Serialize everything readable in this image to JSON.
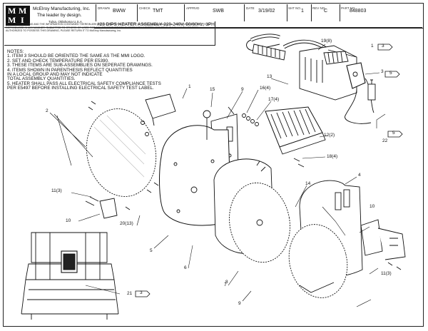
{
  "title_block": {
    "company": "McElroy Manufacturing, Inc.",
    "tagline": "The leader by design.",
    "city": "Tulsa, Oklahoma U.S.A.",
    "drawn_label": "DRAWN",
    "drawn_value": "BWW",
    "check_label": "CHECK",
    "check_value": "TMT",
    "apprvd_label": "APPRVD",
    "apprvd_value": "SWB",
    "date_label": "DATE",
    "date_value": "3/19/02",
    "sht_label": "SHT NO.",
    "sht_value": "1",
    "rev_label": "REV NO.",
    "rev_value": "C",
    "part_label": "PART NO.",
    "part_value": "848803",
    "drawing_title": "#28 DIPS HEATER ASSEMBLY 220-240V, 50/60Hz, 1PH",
    "disclaimer": "NOTE: THIS DRAWING AND THE INFORMATION CONTAINED THEREIN ARE THE CONFIDENTIAL PROPERTY OF McElroy Manufacturing, Inc. THIS DRAWING IS NOT TO BE REPRODUCED IN ANY MANNER. SUBMITTED TO OTHERS OR USED FOR ANY OTHER PURPOSE EXCEPT WITH WRITTEN CONSENT. IF YOU HAVE NOT BEEN AUTHORIZED TO POSSESS THIS DRAWING, PLEASE RETURN IT TO McElroy Manufacturing, Inc."
  },
  "logo": {
    "letters": [
      "M",
      "M",
      "M",
      "I"
    ]
  },
  "notes": [
    "NOTES:",
    "1.  ITEM 3 SHOULD BE ORIENTED THE SAME AS THE MMI LOGO.",
    "2.  SET AND CHECK TEMPERATURE PER E5390.",
    "3.  THESE ITEMS ARE SUB-ASSEMBLIES ON SEPERATE DRAWINGS.",
    "4.  ITEMS SHOWN IN PARENTHESIS REFLECT QUANTITIES",
    "     IN A LOCAL GROUP AND MAY NOT INDICATE",
    "     TOTAL ASSEMBLY QUANTITIES.",
    "5.  HEATER SHALL PASS ALL ELECTRICAL SAFETY COMPLIANCE TESTS",
    "     PER E5497 BEFORE INSTALLING ELECTRICAL SAFETY TEST LABEL."
  ],
  "callouts": {
    "c1": "1",
    "c1_flag": "3",
    "c2": "2",
    "c3": "3",
    "c3_flag": "5",
    "c4": "4",
    "c5": "5",
    "c6": "6",
    "c7": "7",
    "c8": "8",
    "c9a": "9",
    "c9b": "9",
    "c10a": "10",
    "c10b": "10",
    "c11a": "11(3)",
    "c11b": "11(3)",
    "c12": "12(2)",
    "c13": "13",
    "c14": "14",
    "c15": "15",
    "c16": "16(4)",
    "c17": "17(4)",
    "c18": "18(4)",
    "c19": "19(8)",
    "c20": "20(13)",
    "c21": "21",
    "c21_flag": "3",
    "c22": "22",
    "c22_flag": "5"
  }
}
